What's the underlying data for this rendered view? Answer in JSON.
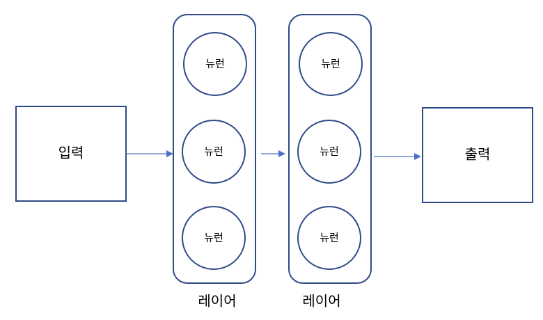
{
  "input": {
    "label": "입력"
  },
  "output": {
    "label": "출력"
  },
  "layers": [
    {
      "label": "레이어",
      "neurons": [
        "뉴런",
        "뉴런",
        "뉴런"
      ]
    },
    {
      "label": "레이어",
      "neurons": [
        "뉴런",
        "뉴런",
        "뉴런"
      ]
    }
  ],
  "colors": {
    "stroke": "#2f4a87",
    "arrow": "#4a70c4",
    "text": "#000000"
  }
}
